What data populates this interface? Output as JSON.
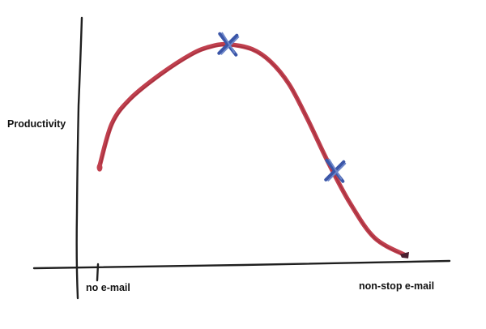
{
  "chart_data": {
    "type": "line",
    "title": "",
    "xlabel": "",
    "ylabel": "Productivity",
    "x_tick_labels": [
      "no e-mail",
      "non-stop e-mail"
    ],
    "xlim": [
      0,
      1
    ],
    "ylim": [
      0,
      1
    ],
    "grid": false,
    "legend": "none",
    "series": [
      {
        "x": [
          0.0,
          0.04,
          0.1,
          0.2,
          0.3,
          0.36,
          0.42,
          0.5,
          0.56,
          0.62,
          0.68,
          0.75,
          0.82,
          0.9,
          1.0
        ],
        "y": [
          0.39,
          0.56,
          0.66,
          0.76,
          0.84,
          0.87,
          0.88,
          0.86,
          0.81,
          0.72,
          0.58,
          0.4,
          0.24,
          0.1,
          0.03
        ],
        "color": "#c0404e"
      }
    ],
    "markers": [
      {
        "x": 0.42,
        "y": 0.88,
        "symbol": "x",
        "color": "#3b56a8"
      },
      {
        "x": 0.77,
        "y": 0.37,
        "symbol": "x",
        "color": "#3b56a8"
      }
    ]
  }
}
